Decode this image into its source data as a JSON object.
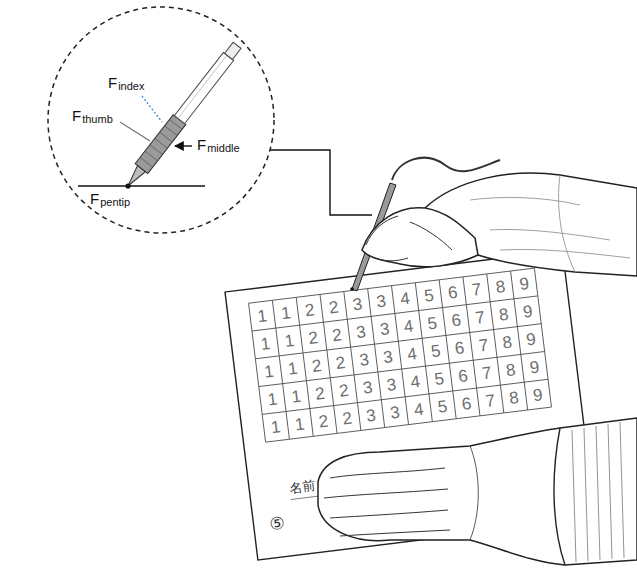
{
  "diagram": {
    "labels": [
      "F",
      "index",
      "F",
      "thumb",
      "F",
      "middle",
      "F",
      "pentip",
      "名前",
      "⑤",
      "1",
      "1",
      "2",
      "2",
      "3",
      "3",
      "4",
      "5",
      "6",
      "7",
      "8",
      "9",
      "1",
      "1",
      "2",
      "2",
      "3",
      "3",
      "4",
      "5",
      "6",
      "7",
      "8",
      "9",
      "1",
      "1",
      "2",
      "2",
      "3",
      "3",
      "4",
      "5",
      "6",
      "7",
      "8",
      "9",
      "1",
      "1",
      "2",
      "2",
      "3",
      "3",
      "4",
      "5",
      "6",
      "7",
      "8",
      "9",
      "1",
      "1",
      "2",
      "2",
      "3",
      "3",
      "4",
      "5",
      "6",
      "7",
      "8",
      "9"
    ]
  }
}
